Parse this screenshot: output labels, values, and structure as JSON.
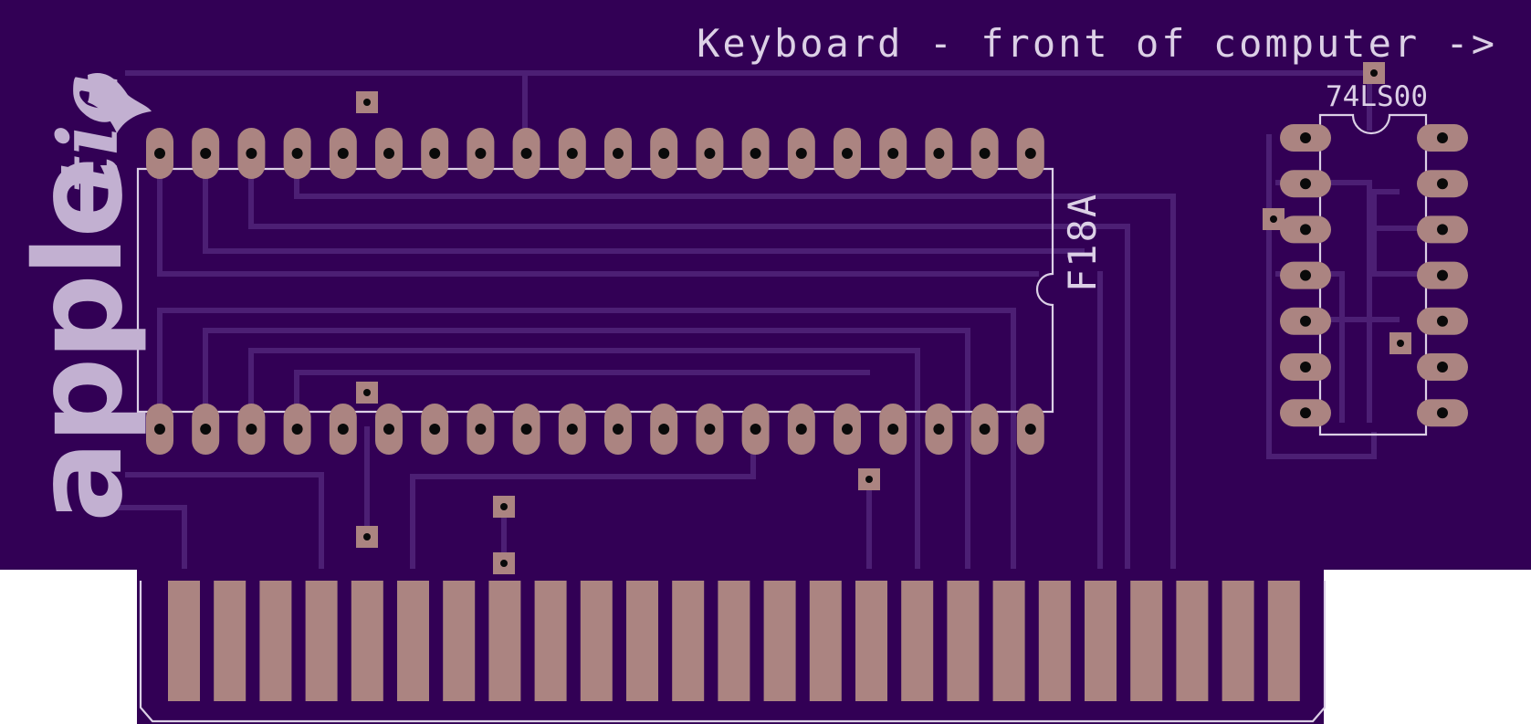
{
  "board": {
    "background_color": "#ffffff",
    "board_color": "#320055",
    "trace_color": "#4c1f74",
    "silkscreen_color": "#dcd0e6",
    "copper_color": "#ab8481",
    "drill_color": "#0a0a0a"
  },
  "labels": {
    "orientation_note": "Keyboard - front of computer ->",
    "ic_small": "74LS00",
    "ic_large": "F18A"
  },
  "logo": {
    "text": "apple",
    "suffix": "tia",
    "icon": "apple-logo-icon"
  },
  "components": {
    "large_ic_pin_count": 40,
    "small_ic_pin_count": 14,
    "edge_connector_finger_count": 25,
    "via_count": 9
  }
}
